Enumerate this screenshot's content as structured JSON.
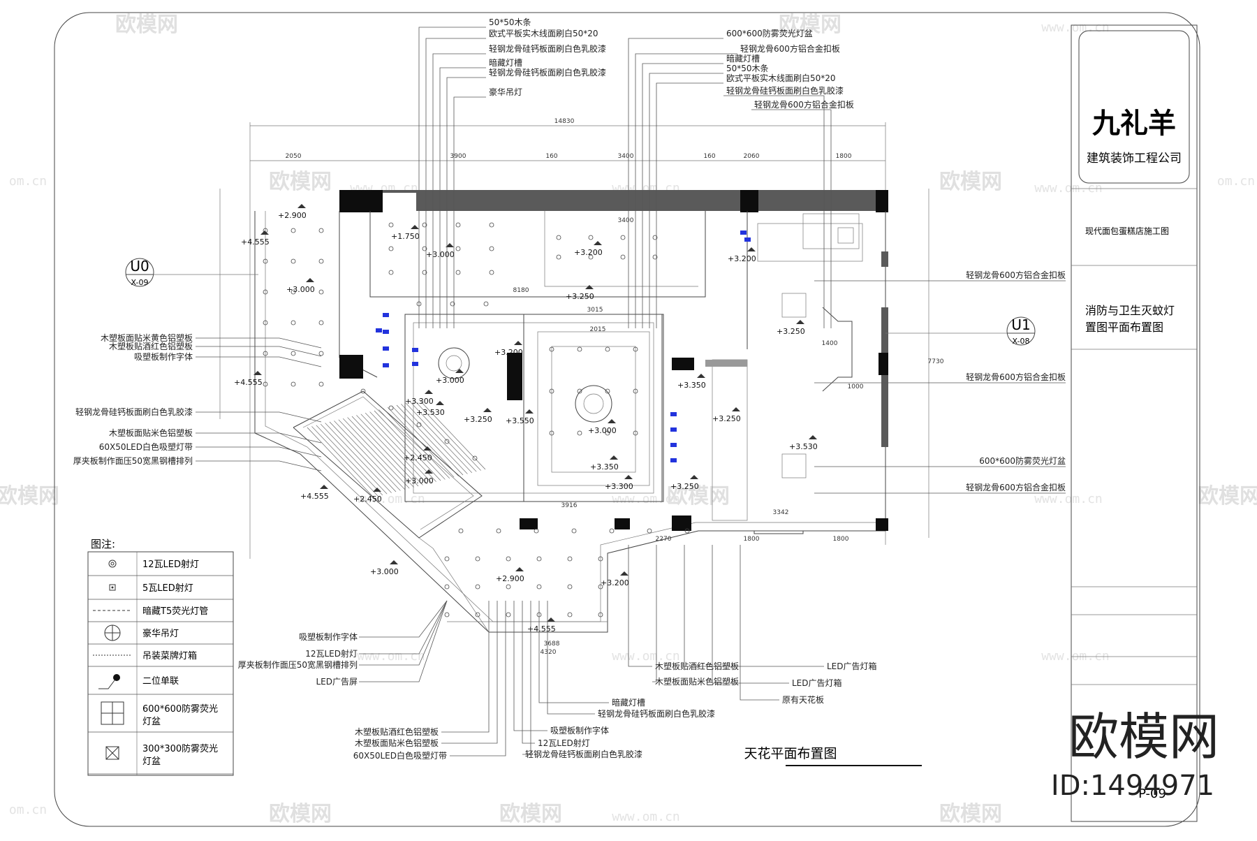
{
  "watermark": {
    "brand": "欧模网",
    "url": "www.om.cn",
    "url_short": "om.cn",
    "big_brand": "欧模网",
    "id": "ID:1494971"
  },
  "title_block": {
    "logo_text": "九礼羊",
    "company": "建筑装饰工程公司",
    "project": "现代面包蛋糕店施工图",
    "drawing_title_line1": "消防与卫生灭蚊灯",
    "drawing_title_line2": "置图平面布置图",
    "sheet_no": "P-09"
  },
  "drawing_title": "天花平面布置图",
  "section_marks": [
    {
      "code": "U0",
      "ref": "X-09"
    },
    {
      "code": "U1",
      "ref": "X-08"
    }
  ],
  "legend": {
    "heading": "图注:",
    "items": [
      {
        "symbol": "led12-icon",
        "label": "12瓦LED射灯"
      },
      {
        "symbol": "led5-icon",
        "label": "5瓦LED射灯"
      },
      {
        "symbol": "t5-tube-icon",
        "label": "暗藏T5荧光灯管"
      },
      {
        "symbol": "chandelier-icon",
        "label": "豪华吊灯"
      },
      {
        "symbol": "menu-lightbox-icon",
        "label": "吊装菜牌灯箱"
      },
      {
        "symbol": "switch-icon",
        "label": "二位单联"
      },
      {
        "symbol": "panel600-icon",
        "label": "600*600防雾荧光灯盆"
      },
      {
        "symbol": "panel300-icon",
        "label": "300*300防雾荧光灯盆"
      }
    ]
  },
  "annotations": {
    "top": [
      "50*50木条",
      "欧式平板实木线面刷白50*20",
      "轻钢龙骨硅钙板面刷白色乳胶漆",
      "暗藏灯槽",
      "轻钢龙骨硅钙板面刷白色乳胶漆",
      "豪华吊灯",
      "600*600防雾荧光灯盆",
      "轻钢龙骨600方铝合金扣板",
      "暗藏灯槽",
      "50*50木条",
      "欧式平板实木线面刷白50*20",
      "轻钢龙骨硅钙板面刷白色乳胶漆",
      "轻钢龙骨600方铝合金扣板"
    ],
    "left": [
      "木塑板面贴米黄色铝塑板",
      "木塑板贴酒红色铝塑板",
      "吸塑板制作字体",
      "轻钢龙骨硅钙板面刷白色乳胶漆",
      "木塑板面贴米色铝塑板",
      "60X50LED白色吸塑灯带",
      "厚夹板制作面压50宽黑钢槽排列"
    ],
    "right": [
      "轻钢龙骨600方铝合金扣板",
      "轻钢龙骨600方铝合金扣板",
      "600*600防雾荧光灯盆",
      "轻钢龙骨600方铝合金扣板"
    ],
    "bottom_left": [
      "吸塑板制作字体",
      "12瓦LED射灯",
      "厚夹板制作面压50宽黑钢槽排列",
      "LED广告屏"
    ],
    "bottom_center": [
      "木塑板贴酒红色铝塑板",
      "木塑板面贴米色铝塑板",
      "60X50LED白色吸塑灯带",
      "吸塑板制作字体",
      "12瓦LED射灯",
      "轻钢龙骨硅钙板面刷白色乳胶漆",
      "暗藏灯槽",
      "轻钢龙骨硅钙板面刷白色乳胶漆"
    ],
    "bottom_right": [
      "木塑板贴酒红色铝塑板",
      "木塑板面贴米色铝塑板",
      "LED广告灯箱",
      "LED广告灯箱",
      "原有天花板"
    ]
  },
  "elevations": [
    "+2.900",
    "+4.555",
    "+3.000",
    "+1.750",
    "+3.000",
    "+3.200",
    "+3.250",
    "+3.200",
    "+3.250",
    "+3.350",
    "+3.300",
    "+3.530",
    "+3.250",
    "+3.550",
    "+3.000",
    "+3.250",
    "+2.450",
    "+3.000",
    "+4.555",
    "+2.450",
    "+4.555",
    "+3.000",
    "+2.900",
    "+3.200",
    "+3.530",
    "+3.350",
    "+3.300",
    "+4.555",
    "+3.250",
    "+3.200",
    "+3.000"
  ],
  "dimensions": [
    "14830",
    "2050",
    "3900",
    "160",
    "3400",
    "160",
    "2060",
    "1800",
    "3400",
    "8180",
    "3015",
    "2015",
    "4320",
    "3688",
    "3916",
    "3342",
    "2270",
    "1800",
    "1800",
    "7730",
    "1000",
    "1400"
  ]
}
